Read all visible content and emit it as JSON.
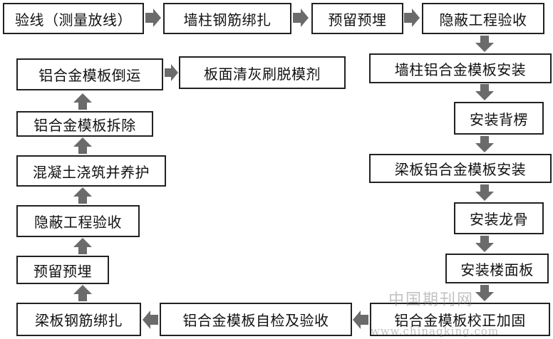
{
  "steps": {
    "s1": "验线（测量放线）",
    "s2": "墙柱钢筋绑扎",
    "s3": "预留预埋",
    "s4": "隐蔽工程验收",
    "s5": "墙柱铝合金模板安装",
    "s6": "安装背楞",
    "s7": "梁板铝合金模板安装",
    "s8": "安装龙骨",
    "s9": "安装楼面板",
    "s10": "铝合金模板校正加固",
    "s11": "铝合金模板自检及验收",
    "s12": "梁板钢筋绑扎",
    "s13": "预留预埋",
    "s14": "隐蔽工程验收",
    "s15": "混凝土浇筑并养护",
    "s16": "铝合金模板拆除",
    "s17": "铝合金模板倒运",
    "s18": "板面清灰刷脱模剂"
  },
  "watermark": {
    "cn": "中国期刊网",
    "url": "www.chinaqking.com"
  },
  "colors": {
    "arrow": "#6b6b6b",
    "border": "#222222"
  }
}
